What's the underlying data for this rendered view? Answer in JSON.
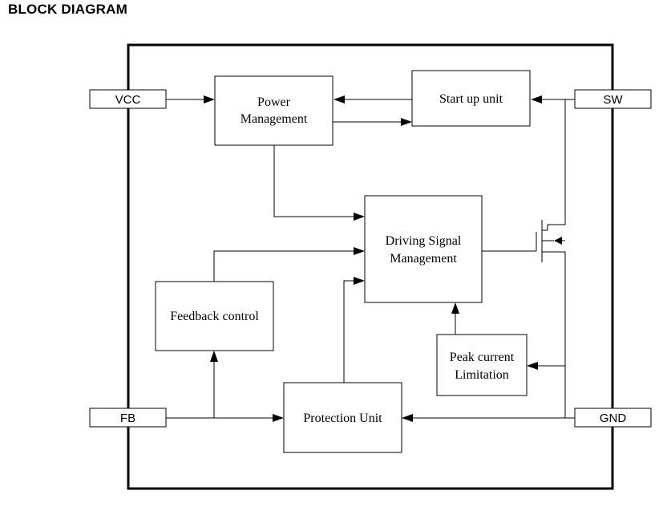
{
  "heading": "BLOCK DIAGRAM",
  "pins": {
    "vcc": "VCC",
    "sw": "SW",
    "fb": "FB",
    "gnd": "GND"
  },
  "blocks": {
    "power_management": [
      "Power",
      "Management"
    ],
    "startup_unit": [
      "Start up unit"
    ],
    "driving_signal": [
      "Driving Signal",
      "Management"
    ],
    "feedback_control": [
      "Feedback control"
    ],
    "peak_current": [
      "Peak current",
      "Limitation"
    ],
    "protection_unit": [
      "Protection Unit"
    ]
  }
}
